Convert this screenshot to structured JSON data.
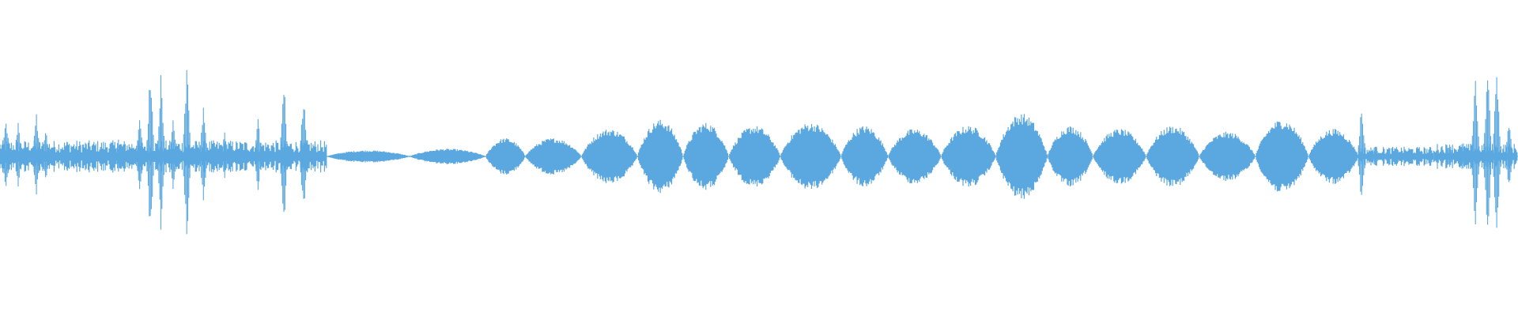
{
  "waveform": {
    "color": "#5ba8e0",
    "background": "#ffffff",
    "segments": [
      {
        "kind": "bursty",
        "start": 0.0,
        "end": 0.215,
        "level": 0.1,
        "spikes": [
          {
            "pos": 0.004,
            "amp": 0.3
          },
          {
            "pos": 0.012,
            "amp": 0.26
          },
          {
            "pos": 0.024,
            "amp": 0.35
          },
          {
            "pos": 0.03,
            "amp": 0.22
          },
          {
            "pos": 0.044,
            "amp": 0.12
          },
          {
            "pos": 0.078,
            "amp": 0.14
          },
          {
            "pos": 0.092,
            "amp": 0.34
          },
          {
            "pos": 0.099,
            "amp": 0.68
          },
          {
            "pos": 0.106,
            "amp": 0.62
          },
          {
            "pos": 0.114,
            "amp": 0.3
          },
          {
            "pos": 0.123,
            "amp": 0.74
          },
          {
            "pos": 0.134,
            "amp": 0.42
          },
          {
            "pos": 0.148,
            "amp": 0.18
          },
          {
            "pos": 0.17,
            "amp": 0.28
          },
          {
            "pos": 0.187,
            "amp": 0.62
          },
          {
            "pos": 0.2,
            "amp": 0.5
          }
        ]
      },
      {
        "kind": "quiet",
        "start": 0.215,
        "end": 0.27,
        "level": 0.04
      },
      {
        "kind": "tone",
        "start": 0.27,
        "end": 0.32,
        "level": 0.05
      },
      {
        "kind": "tone",
        "start": 0.32,
        "end": 0.346,
        "level": 0.12
      },
      {
        "kind": "tone",
        "start": 0.346,
        "end": 0.383,
        "level": 0.12
      },
      {
        "kind": "tone",
        "start": 0.383,
        "end": 0.42,
        "level": 0.18
      },
      {
        "kind": "tone",
        "start": 0.42,
        "end": 0.45,
        "level": 0.24
      },
      {
        "kind": "tone",
        "start": 0.45,
        "end": 0.48,
        "level": 0.22
      },
      {
        "kind": "tone",
        "start": 0.48,
        "end": 0.514,
        "level": 0.2
      },
      {
        "kind": "tone",
        "start": 0.514,
        "end": 0.554,
        "level": 0.22
      },
      {
        "kind": "tone",
        "start": 0.554,
        "end": 0.585,
        "level": 0.2
      },
      {
        "kind": "tone",
        "start": 0.585,
        "end": 0.62,
        "level": 0.18
      },
      {
        "kind": "tone",
        "start": 0.62,
        "end": 0.656,
        "level": 0.2
      },
      {
        "kind": "tone",
        "start": 0.656,
        "end": 0.69,
        "level": 0.28
      },
      {
        "kind": "tone",
        "start": 0.69,
        "end": 0.72,
        "level": 0.2
      },
      {
        "kind": "tone",
        "start": 0.72,
        "end": 0.755,
        "level": 0.18
      },
      {
        "kind": "tone",
        "start": 0.755,
        "end": 0.79,
        "level": 0.2
      },
      {
        "kind": "tone",
        "start": 0.79,
        "end": 0.827,
        "level": 0.16
      },
      {
        "kind": "tone",
        "start": 0.827,
        "end": 0.862,
        "level": 0.24
      },
      {
        "kind": "tone",
        "start": 0.862,
        "end": 0.895,
        "level": 0.18
      },
      {
        "kind": "bursty",
        "start": 0.895,
        "end": 0.945,
        "level": 0.06,
        "spikes": [
          {
            "pos": 0.897,
            "amp": 0.42
          },
          {
            "pos": 0.906,
            "amp": 0.1
          },
          {
            "pos": 0.921,
            "amp": 0.05
          }
        ]
      },
      {
        "kind": "bursty",
        "start": 0.945,
        "end": 1.0,
        "level": 0.08,
        "spikes": [
          {
            "pos": 0.955,
            "amp": 0.1
          },
          {
            "pos": 0.964,
            "amp": 0.12
          },
          {
            "pos": 0.972,
            "amp": 0.7
          },
          {
            "pos": 0.98,
            "amp": 0.72
          },
          {
            "pos": 0.986,
            "amp": 0.78
          },
          {
            "pos": 0.994,
            "amp": 0.3
          }
        ]
      }
    ]
  }
}
